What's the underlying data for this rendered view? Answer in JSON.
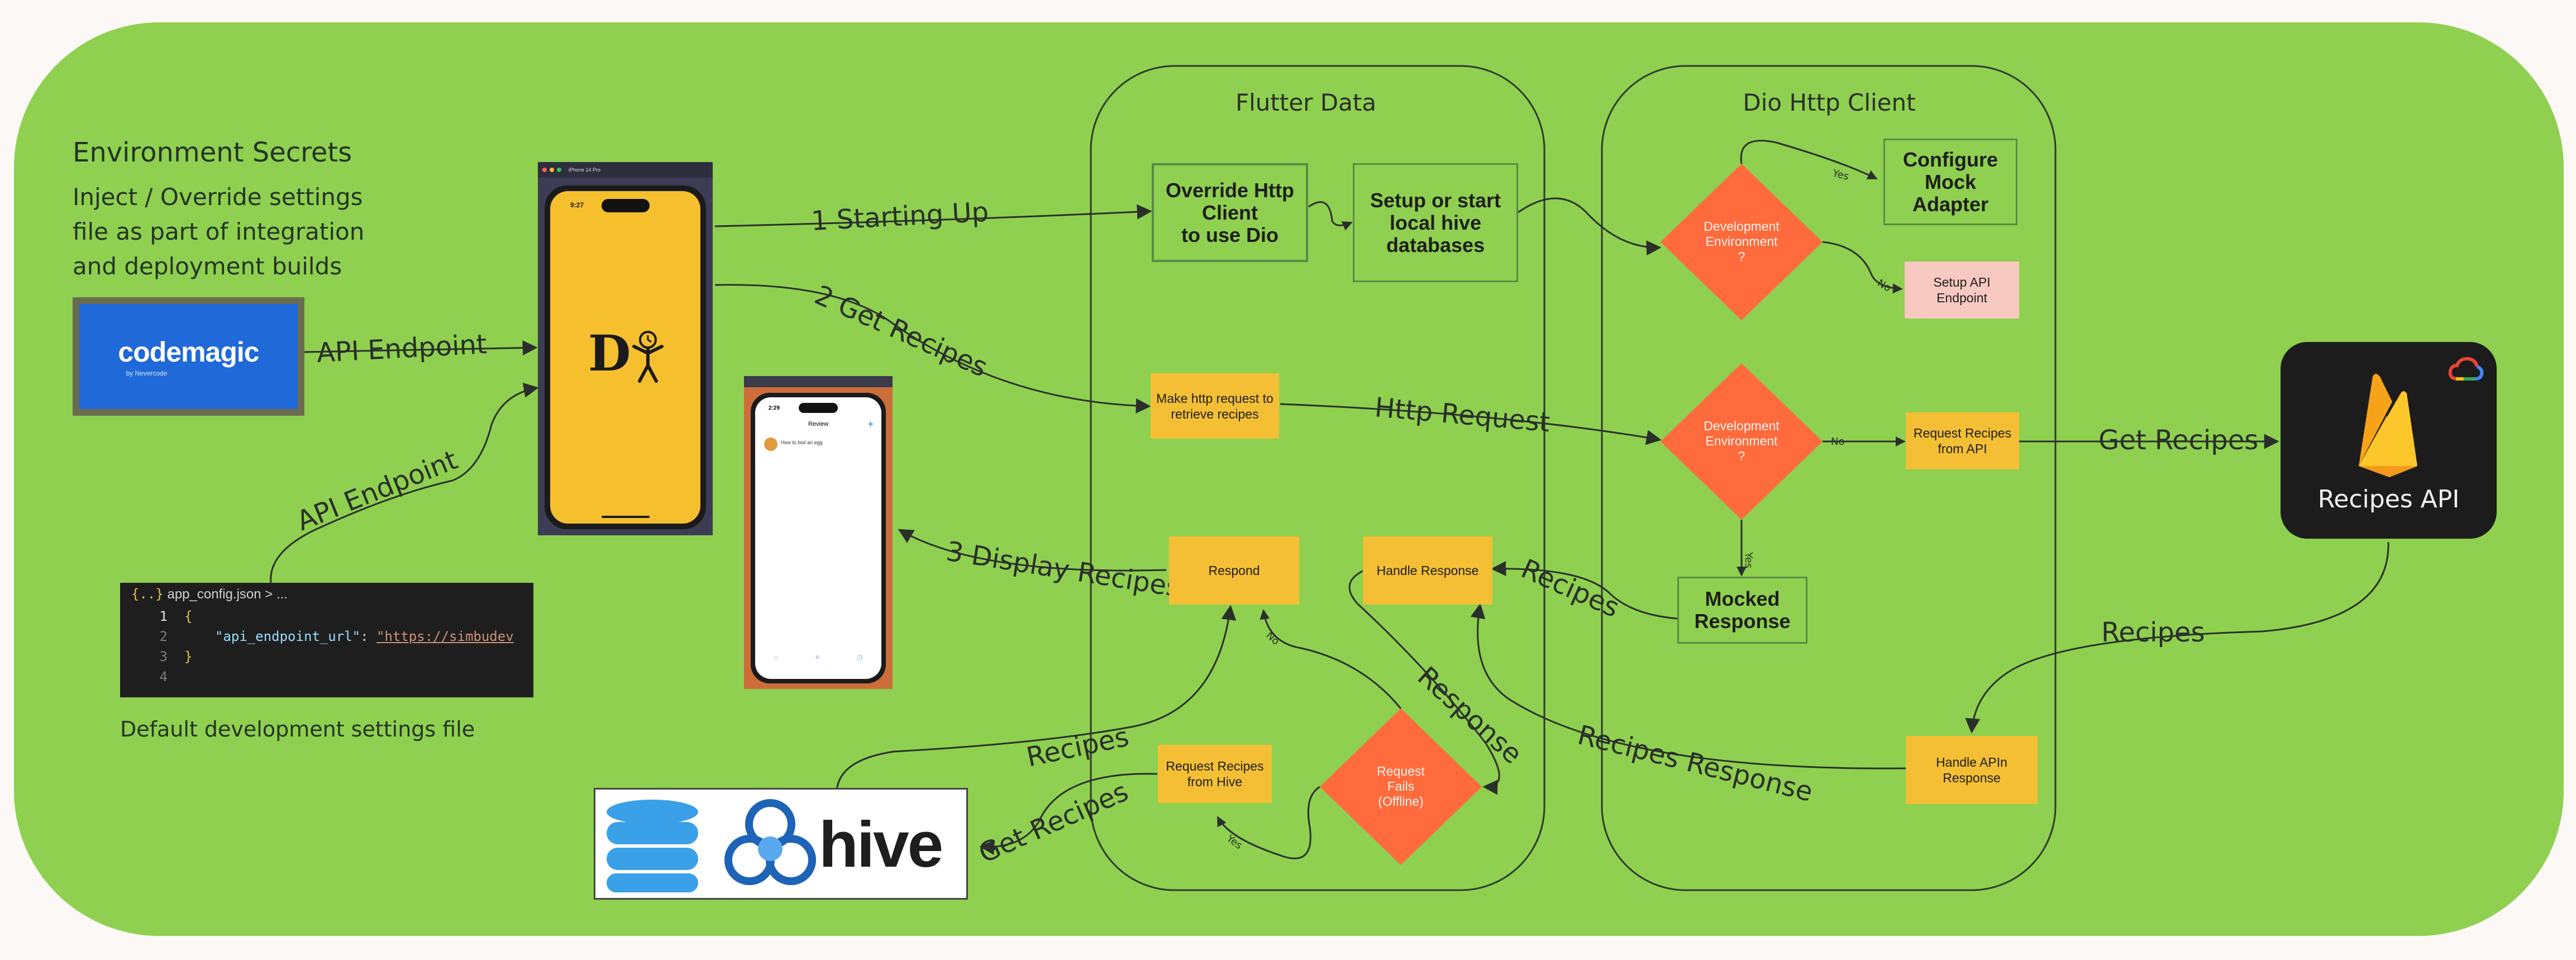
{
  "env": {
    "title": "Environment Secrets",
    "desc_lines": [
      "Inject / Override settings",
      "file as part of integration",
      "and deployment builds"
    ],
    "codemagic_logo": "codemagic",
    "codemagic_sub": "by Nevercode"
  },
  "config": {
    "filename": "app_config.json",
    "breadcrumb": "> ...",
    "lines": [
      "1",
      "2",
      "3",
      "4"
    ],
    "key": "\"api_endpoint_url\"",
    "value": "\"https://simbudev",
    "caption": "Default development settings file"
  },
  "phone_main": {
    "time": "9:27",
    "device": "iPhone 14 Pro",
    "logo_letter": "D"
  },
  "phone_small": {
    "time": "2:29",
    "title": "Review",
    "item": "How to boil an egg"
  },
  "lanes": {
    "flutter": "Flutter Data",
    "dio": "Dio Http Client"
  },
  "boxes": {
    "override": [
      "Override Http",
      "Client",
      "to use Dio"
    ],
    "setup_hive": [
      "Setup or start",
      "local hive",
      "databases"
    ],
    "make_request": [
      "Make http request to",
      "retrieve recipes"
    ],
    "respond": "Respond",
    "handle_response": "Handle Response",
    "request_hive": [
      "Request Recipes",
      "from Hive"
    ],
    "request_fails": [
      "Request",
      "Fails",
      "(Offline)"
    ],
    "dev_env_1": [
      "Development",
      "Environment",
      "?"
    ],
    "dev_env_2": [
      "Development",
      "Environment",
      "?"
    ],
    "configure_mock": [
      "Configure",
      "Mock",
      "Adapter"
    ],
    "setup_api": [
      "Setup API",
      "Endpoint"
    ],
    "request_api": [
      "Request Recipes",
      "from API"
    ],
    "mocked": [
      "Mocked",
      "Response"
    ],
    "handle_api": [
      "Handle APIn",
      "Response"
    ]
  },
  "labels": {
    "api_endpoint_1": "API Endpoint",
    "api_endpoint_2": "API Endpoint",
    "starting_up": "1 Starting Up",
    "get_recipes_2": "2 Get Recipes",
    "display_recipes": "3 Display Recipes",
    "http_request": "Http Request",
    "get_recipes_api": "Get Recipes",
    "recipes_api_out": "Recipes",
    "recipes_mock": "Recipes",
    "response": "Response",
    "recipes_response": "Recipes Response",
    "recipes_hive": "Recipes",
    "get_recipes_hive": "Get Recipes",
    "yes_1": "Yes",
    "no_1": "No",
    "no_2": "No",
    "yes_2": "Yes",
    "no_fail": "No",
    "yes_fail": "Yes"
  },
  "api": {
    "title": "Recipes API"
  },
  "hive": {
    "text": "hive"
  },
  "colors": {
    "background": "#8fd050",
    "accent_yellow": "#f4bf34",
    "decision": "#ff6b3d",
    "dark": "#1c1c1c"
  }
}
